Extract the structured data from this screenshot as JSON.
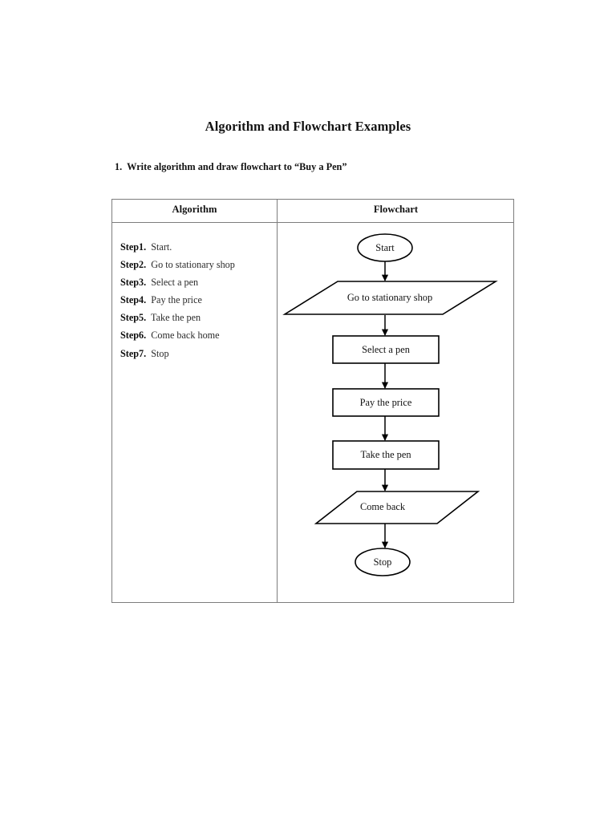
{
  "document": {
    "title": "Algorithm and Flowchart Examples",
    "question": "1.  Write algorithm and draw flowchart to “Buy a Pen”"
  },
  "table": {
    "headers": {
      "algorithm": "Algorithm",
      "flowchart": "Flowchart"
    },
    "algorithm_steps": [
      {
        "label": "Step1.",
        "text": "Start."
      },
      {
        "label": "Step2.",
        "text": "Go to stationary shop"
      },
      {
        "label": "Step3.",
        "text": "Select a pen"
      },
      {
        "label": "Step4.",
        "text": "Pay the price"
      },
      {
        "label": "Step5.",
        "text": "Take the pen"
      },
      {
        "label": "Step6.",
        "text": "Come back home"
      },
      {
        "label": "Step7.",
        "text": "Stop"
      }
    ]
  },
  "flowchart": {
    "nodes": [
      {
        "id": "start",
        "shape": "ellipse",
        "label": "Start"
      },
      {
        "id": "go-shop",
        "shape": "parallelogram",
        "label": "Go to stationary shop"
      },
      {
        "id": "select-pen",
        "shape": "rectangle",
        "label": "Select a pen"
      },
      {
        "id": "pay-price",
        "shape": "rectangle",
        "label": "Pay the price"
      },
      {
        "id": "take-pen",
        "shape": "rectangle",
        "label": "Take the pen"
      },
      {
        "id": "come-back",
        "shape": "parallelogram",
        "label": "Come back"
      },
      {
        "id": "stop",
        "shape": "ellipse",
        "label": "Stop"
      }
    ]
  },
  "colors": {
    "page_background": "#ffffff",
    "text": "#121212",
    "table_border": "#7d7d7d",
    "shape_stroke": "#000000"
  }
}
